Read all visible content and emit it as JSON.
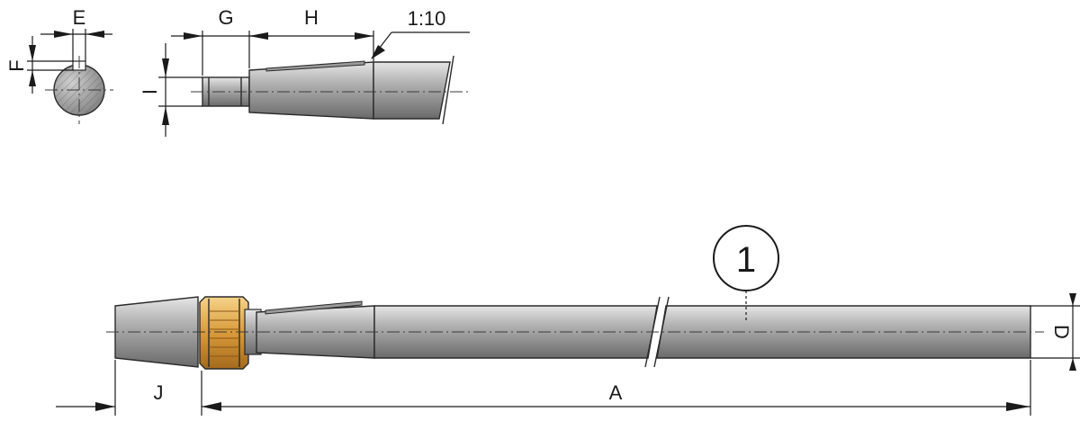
{
  "dimension_labels": {
    "e": "E",
    "f": "F",
    "g": "G",
    "h": "H",
    "taper": "1:10",
    "i": "I",
    "j": "J",
    "a": "A",
    "d": "D"
  },
  "callout": "1",
  "colors": {
    "shaft_light": "#c9c9c9",
    "shaft_mid": "#8d8d8d",
    "shaft_dark": "#5a5a5a",
    "bronze": "#d99a3a",
    "outline": "#2a2a2a"
  }
}
